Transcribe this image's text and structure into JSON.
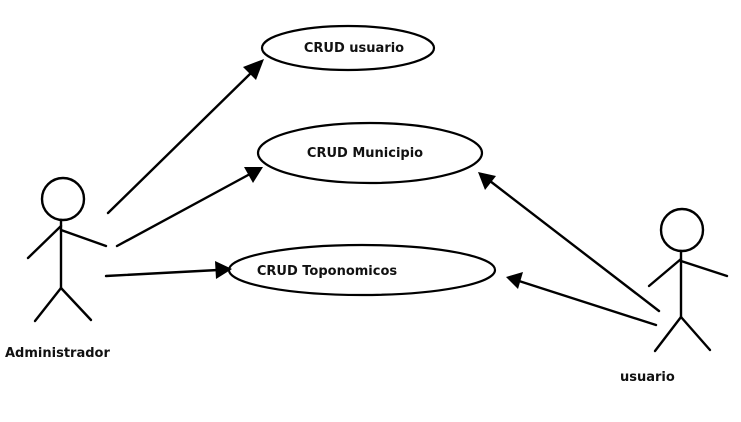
{
  "diagram": {
    "type": "use-case",
    "use_cases": [
      {
        "id": "uc-usuario",
        "label": "CRUD usuario"
      },
      {
        "id": "uc-municipio",
        "label": "CRUD Municipio"
      },
      {
        "id": "uc-toponomicos",
        "label": "CRUD Toponomicos"
      }
    ],
    "actors": [
      {
        "id": "actor-admin",
        "label": "Administrador"
      },
      {
        "id": "actor-usuario",
        "label": "usuario"
      }
    ],
    "associations": [
      {
        "from": "actor-admin",
        "to": "uc-usuario"
      },
      {
        "from": "actor-admin",
        "to": "uc-municipio"
      },
      {
        "from": "actor-admin",
        "to": "uc-toponomicos"
      },
      {
        "from": "actor-usuario",
        "to": "uc-municipio"
      },
      {
        "from": "actor-usuario",
        "to": "uc-toponomicos"
      }
    ]
  }
}
